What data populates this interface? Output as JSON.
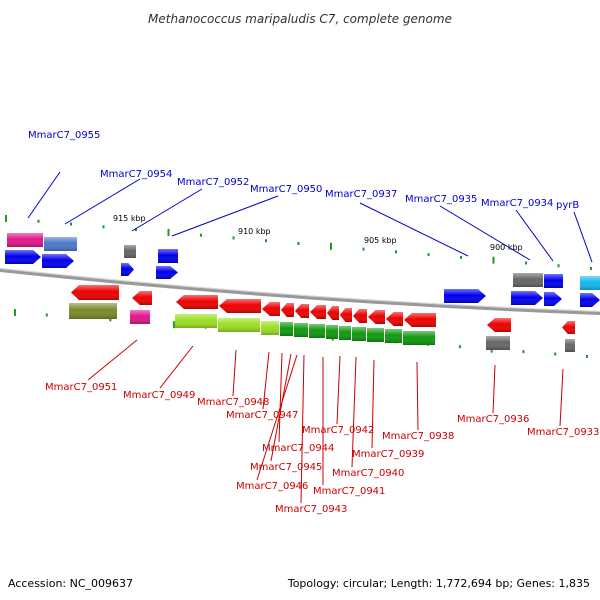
{
  "title": "Methanococcus maripaludis C7, complete genome",
  "footer": {
    "accession": "Accession: NC_009637",
    "topology": "Topology: circular; Length: 1,772,694 bp; Genes: 1,835"
  },
  "colors": {
    "forward_label": "#0000cc",
    "reverse_label": "#cc0000",
    "forward_gene": "#0000ee",
    "reverse_gene": "#ee0000",
    "pink": "#e0168a",
    "steelblue": "#4b79c8",
    "gray": "#666666",
    "cyan": "#12b8ee",
    "olive": "#7a8a2a",
    "green": "#119911",
    "lightgreen": "#9adf22",
    "backbone": "#888888",
    "tick": "#229922"
  },
  "kbp_marks": [
    "915 kbp",
    "910 kbp",
    "905 kbp",
    "900 kbp"
  ],
  "forward_labels": [
    "MmarC7_0955",
    "MmarC7_0954",
    "MmarC7_0952",
    "MmarC7_0950",
    "MmarC7_0937",
    "MmarC7_0935",
    "MmarC7_0934",
    "pyrB"
  ],
  "reverse_labels": [
    "MmarC7_0951",
    "MmarC7_0949",
    "MmarC7_0948",
    "MmarC7_0947",
    "MmarC7_0944",
    "MmarC7_0945",
    "MmarC7_0946",
    "MmarC7_0943",
    "MmarC7_0942",
    "MmarC7_0941",
    "MmarC7_0940",
    "MmarC7_0939",
    "MmarC7_0938",
    "MmarC7_0936",
    "MmarC7_0933"
  ]
}
